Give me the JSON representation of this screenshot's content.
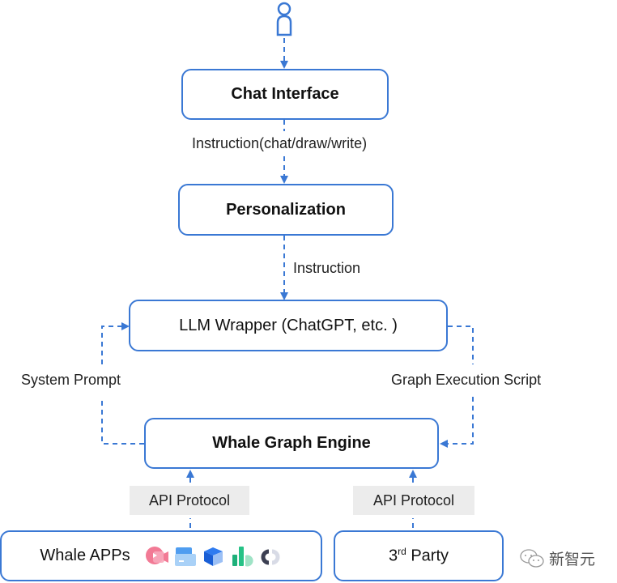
{
  "diagram": {
    "user_icon": "person-icon",
    "nodes": {
      "chat_interface": "Chat Interface",
      "personalization": "Personalization",
      "llm_wrapper": "LLM Wrapper (ChatGPT, etc. )",
      "graph_engine": "Whale Graph Engine",
      "whale_apps": "Whale APPs",
      "third_party_base": "3",
      "third_party_sup": "rd",
      "third_party_rest": " Party"
    },
    "edges": {
      "chat_to_personalization": "Instruction(chat/draw/write)",
      "personalization_to_llm": "Instruction",
      "engine_to_llm": "System Prompt",
      "llm_to_engine": "Graph Execution Script",
      "apps_to_engine": "API Protocol",
      "third_party_to_engine": "API Protocol"
    },
    "app_icons": [
      "video-app-icon",
      "folder-app-icon",
      "cube-app-icon",
      "chart-app-icon",
      "link-app-icon"
    ],
    "colors": {
      "accent": "#3a78d4",
      "api_bg": "#ececec"
    }
  },
  "watermark": {
    "icon": "wechat-icon",
    "text": "新智元"
  }
}
